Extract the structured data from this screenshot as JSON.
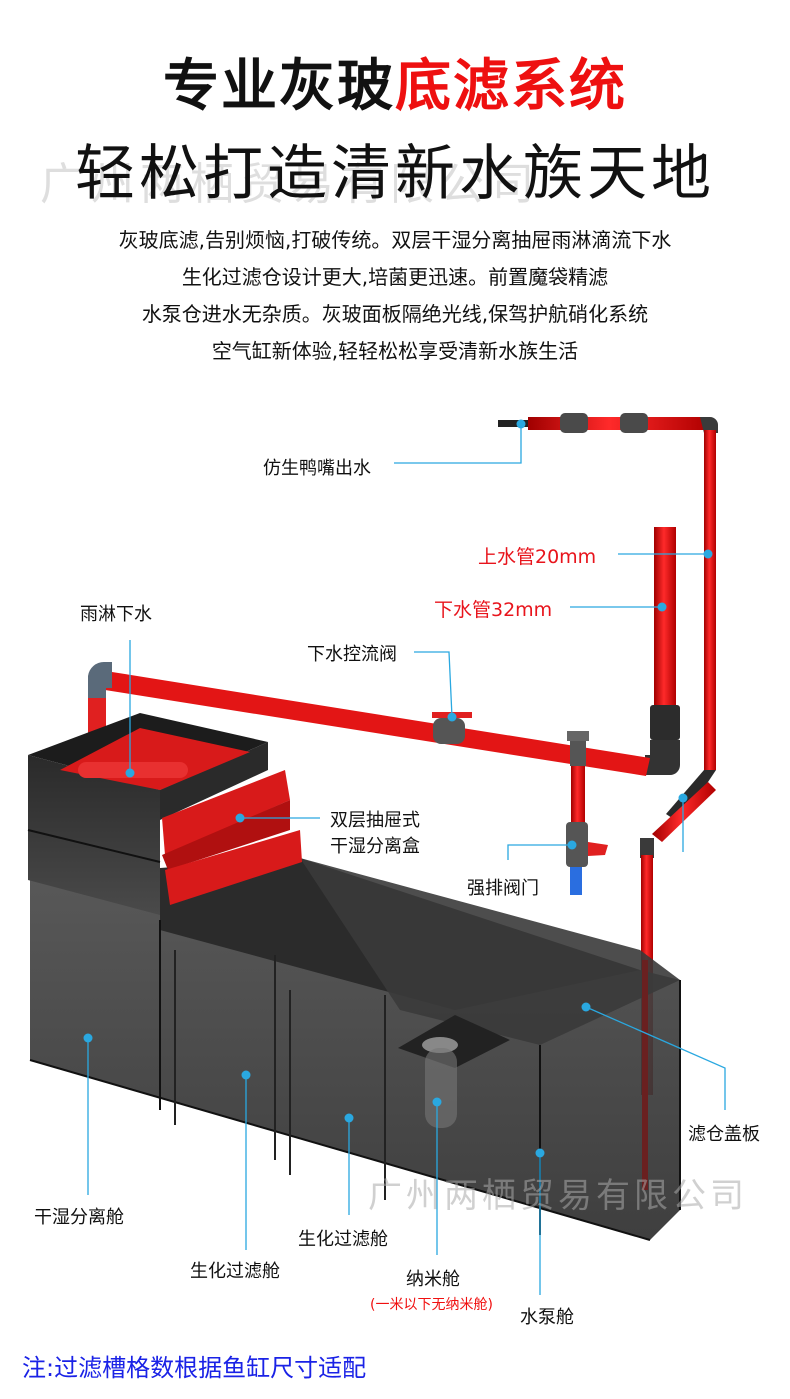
{
  "header": {
    "title_black": "专业灰玻",
    "title_red": "底滤系统",
    "subtitle": "轻松打造清新水族天地",
    "watermark": "广州两栖贸易有限公司"
  },
  "description": [
    "灰玻底滤,告别烦恼,打破传统。双层干湿分离抽屉雨淋滴流下水",
    "生化过滤仓设计更大,培菌更迅速。前置魔袋精滤",
    "水泵仓进水无杂质。灰玻面板隔绝光线,保驾护航硝化系统",
    "空气缸新体验,轻轻松松享受清新水族生活"
  ],
  "labels": {
    "duckbill_outlet": "仿生鸭嘴出水",
    "inlet_pipe": "上水管20mm",
    "drain_pipe": "下水管32mm",
    "rain_drip": "雨淋下水",
    "drain_valve": "下水控流阀",
    "drawer_box_line1": "双层抽屉式",
    "drawer_box_line2": "干湿分离盒",
    "purge_valve": "强排阀门",
    "cover_plate": "滤仓盖板",
    "dry_wet_chamber": "干湿分离舱",
    "bio_chamber_1": "生化过滤舱",
    "bio_chamber_2": "生化过滤舱",
    "nano_chamber": "纳米舱",
    "nano_note": "(一米以下无纳米舱)",
    "pump_chamber": "水泵舱"
  },
  "note": "注:过滤槽格数根据鱼缸尺寸适配",
  "colors": {
    "accent_red": "#ee1010",
    "callout_blue": "#2aa8e0",
    "note_blue": "#1a22e6",
    "glass_dark": "#3a3a3a"
  }
}
